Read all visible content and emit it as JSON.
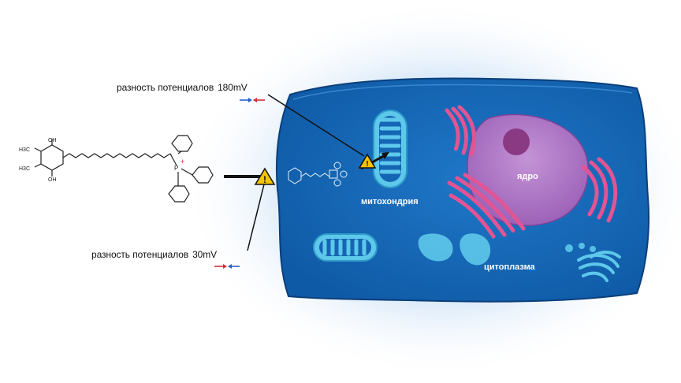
{
  "labels": {
    "membrane_potential": {
      "text": "разность потенциалов",
      "value": "180mV"
    },
    "plasma_potential": {
      "text": "разность потенциалов",
      "value": "30mV"
    },
    "mitochondrion": "митохондрия",
    "nucleus": "ядро",
    "cytoplasm": "цитоплазма"
  },
  "molecule": {
    "oh_top": "OH",
    "oh_bottom": "OH",
    "methyl_top": "H3C",
    "methyl_bottom": "H3C",
    "phosphorus": "P",
    "charge": "+"
  },
  "colors": {
    "cell_fill": "#1565b5",
    "cell_edge": "#0b3f7a",
    "mitochondrion": "#5ec8ea",
    "nucleus": "#b07bc6",
    "nucleolus": "#8a3a82",
    "er": "#e25493",
    "warning": "#f5c400",
    "arrow_red": "#d92b3a",
    "arrow_blue": "#2b61c4"
  }
}
